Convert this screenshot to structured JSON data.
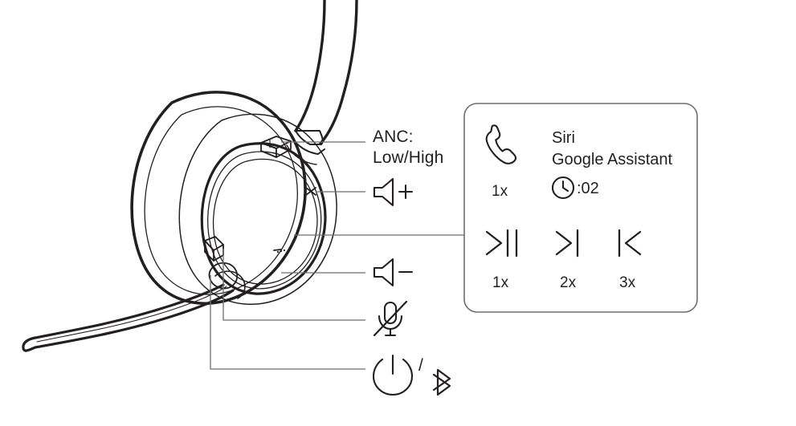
{
  "diagram": {
    "title": "Headset button controls",
    "product": "over-ear wireless headset with boom microphone",
    "line_color": "#58595b",
    "art_color": "#231f20",
    "panel_border_color": "#6d6e71"
  },
  "callouts": [
    {
      "id": "anc",
      "label": "ANC:\nLow/High",
      "icon": "slider-switch-icon",
      "target": "anc-slider-switch"
    },
    {
      "id": "volume-up",
      "label": "",
      "icon": "volume-up-icon",
      "target": "volume-up-button"
    },
    {
      "id": "center",
      "label": "",
      "icon": "center-button-icon",
      "target": "multifunction-center-button"
    },
    {
      "id": "volume-down",
      "label": "",
      "icon": "volume-down-icon",
      "target": "volume-down-button"
    },
    {
      "id": "mute",
      "label": "",
      "icon": "microphone-mute-icon",
      "target": "mute-button"
    },
    {
      "id": "power-bluetooth",
      "label": "",
      "icon": "power-bluetooth-icon",
      "target": "power-switch"
    }
  ],
  "panel": {
    "voice": {
      "call_icon": "phone-handset-icon",
      "press_count": "1x",
      "assistants": [
        "Siri",
        "Google Assistant"
      ],
      "hold_icon": "clock-icon",
      "hold_time": ":02"
    },
    "media": [
      {
        "icon": "play-pause-icon",
        "press_count": "1x"
      },
      {
        "icon": "next-track-icon",
        "press_count": "2x"
      },
      {
        "icon": "previous-track-icon",
        "press_count": "3x"
      }
    ]
  },
  "icon_glyphs": {
    "volume_plus": "+",
    "volume_minus": "–",
    "slash": "/"
  }
}
